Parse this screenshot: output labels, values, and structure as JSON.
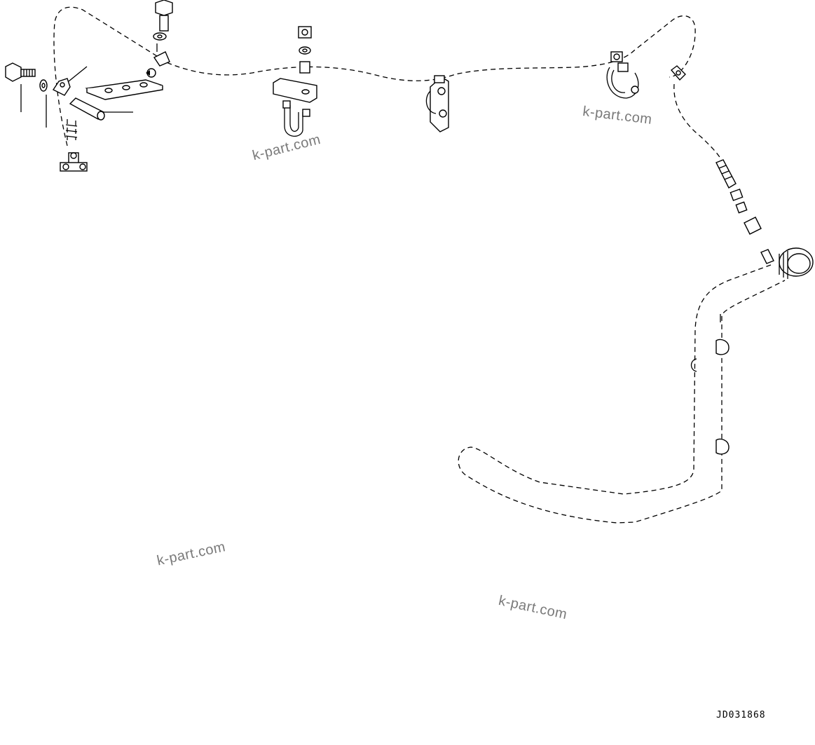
{
  "drawing": {
    "code": "JD031868"
  },
  "watermarks": [
    "k-part.com",
    "k-part.com",
    "k-part.com",
    "k-part.com"
  ]
}
